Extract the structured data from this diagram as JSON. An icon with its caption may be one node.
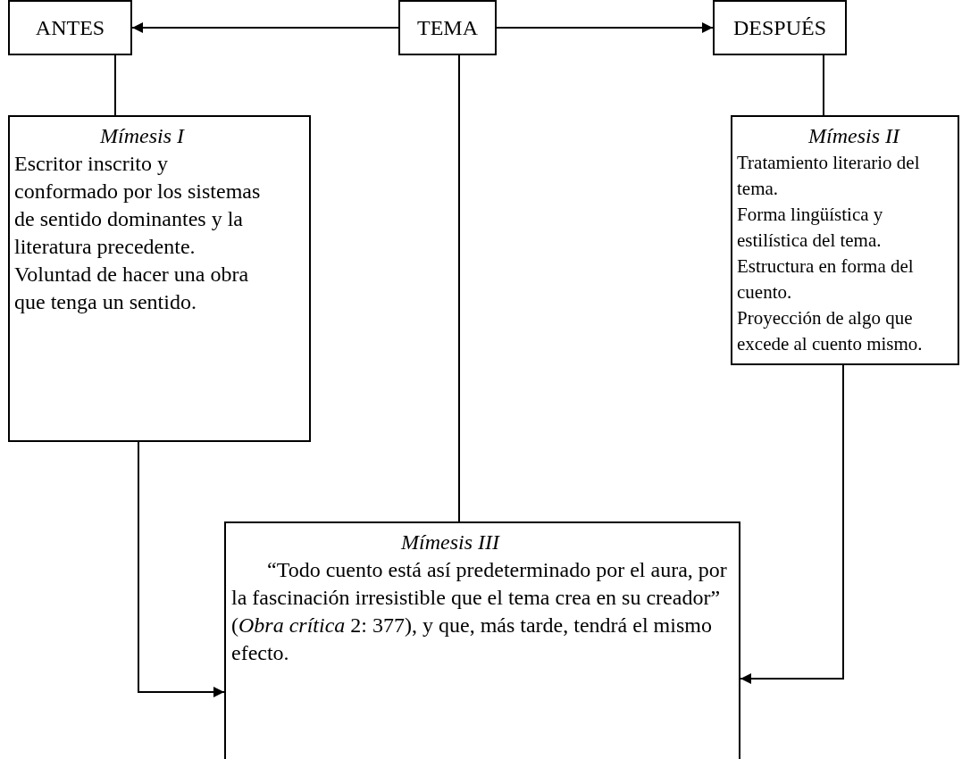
{
  "diagram": {
    "nodes": [
      {
        "text": [
          "ANTES"
        ]
      },
      {
        "text": [
          "TEMA"
        ]
      },
      {
        "text": [
          "DESPUÉS"
        ]
      },
      {
        "text": [
          "Mímesis I",
          "Escritor inscrito y conformado por los sistemas de sentido dominantes y la literatura precedente.",
          "Voluntad de hacer una obra que tenga un sentido."
        ]
      },
      {
        "text": [
          "Mímesis II",
          "Tratamiento literario del tema.",
          "Forma lingüística y estilística del tema.",
          "Estructura en forma del cuento.",
          "Proyección de algo que excede al cuento mismo."
        ]
      },
      {
        "text": [
          "Mímesis III",
          "“Todo cuento está así predeterminado por el aura, por la fascinación irresistible que el tema crea en su creador” (*Obra crítica* 2: 377), y que, más tarde, tendrá el mismo efecto."
        ]
      }
    ],
    "edges": [
      {
        "from": 1,
        "to": 0,
        "arrow": "to"
      },
      {
        "from": 1,
        "to": 2,
        "arrow": "to"
      },
      {
        "from": 0,
        "to": 3,
        "arrow": "none"
      },
      {
        "from": 2,
        "to": 4,
        "arrow": "none"
      },
      {
        "from": 1,
        "to": 5,
        "arrow": "none"
      },
      {
        "from": 3,
        "to": 5,
        "arrow": "to"
      },
      {
        "from": 4,
        "to": 5,
        "arrow": "to"
      }
    ]
  }
}
